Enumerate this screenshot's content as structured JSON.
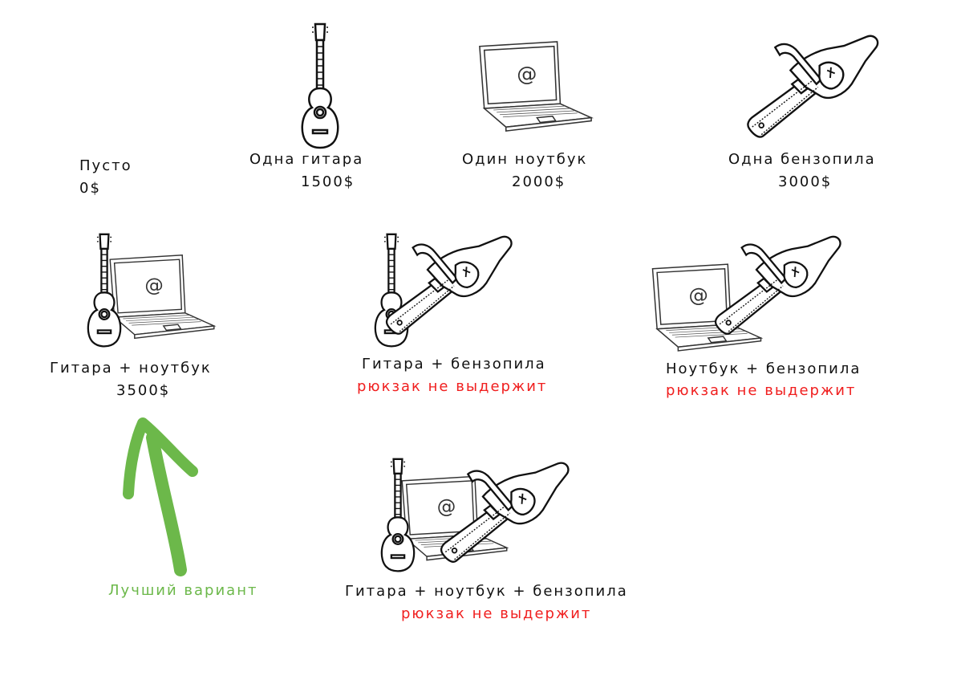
{
  "items": [
    {
      "label": "Пусто",
      "value": "0$"
    },
    {
      "label": "Одна гитара",
      "value": "1500$"
    },
    {
      "label": "Один ноутбук",
      "value": "2000$"
    },
    {
      "label": "Одна бензопила",
      "value": "3000$"
    },
    {
      "label": "Гитара + ноутбук",
      "value": "3500$"
    },
    {
      "label": "Гитара + бензопила",
      "value": "рюкзак не выдержит"
    },
    {
      "label": "Ноутбук + бензопила",
      "value": "рюкзак не выдержит"
    },
    {
      "label": "Гитара + ноутбук + бензопила",
      "value": "рюкзак не выдержит"
    }
  ],
  "best": {
    "label": "Лучший вариант",
    "color": "#6cb84a"
  },
  "laptop_screen_symbol": "@",
  "colors": {
    "warning": "#f01e1e",
    "text": "#111111",
    "arrow": "#6cb84a"
  }
}
